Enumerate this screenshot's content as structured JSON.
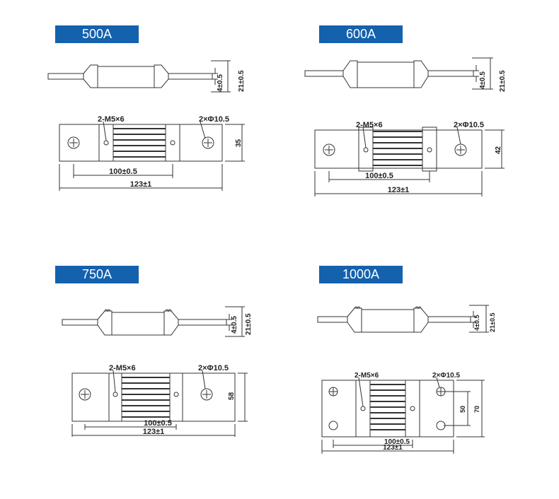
{
  "shunts": [
    {
      "rating": "500A",
      "side_thickness": "4±0.5",
      "side_height": "21±0.5",
      "screw_label": "2-M5×6",
      "hole_label": "2×Φ10.5",
      "height_label": "35",
      "inner_label": "100±0.5",
      "outer_label": "123±1"
    },
    {
      "rating": "600A",
      "side_thickness": "4±0.5",
      "side_height": "21±0.5",
      "screw_label": "2-M5×6",
      "hole_label": "2×Φ10.5",
      "height_label": "42",
      "inner_label": "100±0.5",
      "outer_label": "123±1"
    },
    {
      "rating": "750A",
      "side_thickness": "4±0.5",
      "side_height": "21±0.5",
      "screw_label": "2-M5×6",
      "hole_label": "2×Φ10.5",
      "height_label": "58",
      "inner_label": "100±0.5",
      "outer_label": "123±1"
    },
    {
      "rating": "1000A",
      "side_thickness": "4±0.5",
      "side_height": "21±0.5",
      "screw_label": "2-M5×6",
      "hole_label": "2×Φ10.5",
      "height_label": "50",
      "height_label_2": "70",
      "inner_label": "100±0.5",
      "outer_label": "123±1"
    }
  ]
}
